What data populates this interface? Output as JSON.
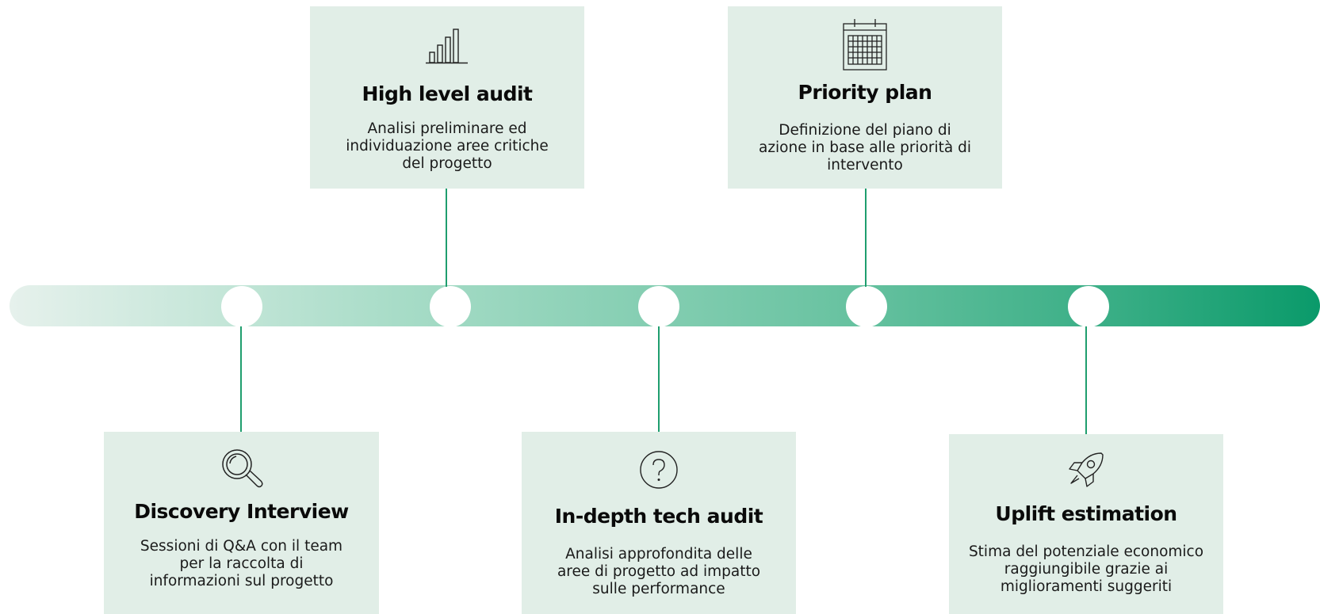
{
  "steps": [
    {
      "title": "High level audit",
      "icon": "bar-chart-icon",
      "lines": [
        "Analisi preliminare ed",
        "individuazione aree critiche",
        "del progetto"
      ]
    },
    {
      "title": "Priority plan",
      "icon": "calendar-icon",
      "lines": [
        "Definizione del piano di",
        "azione in base alle priorità di",
        "intervento"
      ]
    },
    {
      "title": "Discovery Interview",
      "icon": "magnifier-icon",
      "lines": [
        "Sessioni di Q&A con il team",
        "per la raccolta di",
        "informazioni sul progetto"
      ]
    },
    {
      "title": "In-depth tech audit",
      "icon": "question-icon",
      "lines": [
        "Analisi approfondita delle",
        "aree di progetto ad impatto",
        "sulle performance"
      ]
    },
    {
      "title": "Uplift estimation",
      "icon": "rocket-icon",
      "lines": [
        "Stima del potenziale economico",
        "raggiungibile grazie ai",
        "miglioramenti suggeriti"
      ]
    }
  ],
  "colors": {
    "card_background": "#e1eee7",
    "connector": "#1f9e6e",
    "bar_start": "#e6f1ec",
    "bar_end": "#0a9a6a"
  }
}
